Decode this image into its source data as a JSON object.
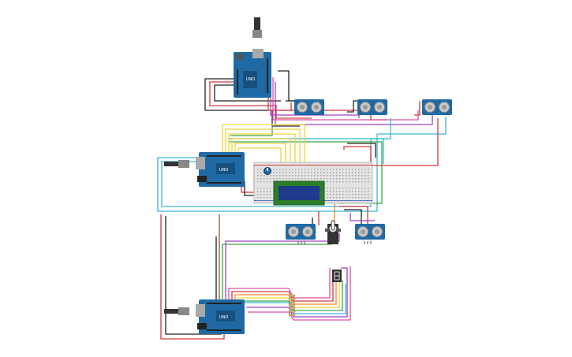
{
  "colors": {
    "background": "#ffffff",
    "arduino_board": "#1f6aa5",
    "arduino_dark": "#17507d",
    "sensor_body": "#1f6aa5",
    "sensor_eye": "#c9c9c9",
    "breadboard": "#e3e3e3",
    "lcd_frame": "#2d7d2a",
    "lcd_screen": "#1e3a8a",
    "usb": "#333333",
    "wire_red": "#d33a3a",
    "wire_black": "#222222",
    "wire_yellow": "#f0d43a",
    "wire_cyan": "#3ab8d6",
    "wire_green": "#3aa64a",
    "wire_orange": "#f08a2a",
    "wire_purple": "#a040c0",
    "wire_pink": "#e050a0",
    "wire_brown": "#8a5a2a"
  },
  "components": {
    "arduino_boards": [
      {
        "id": "arduino-top",
        "icon": "arduino-uno-icon",
        "logo_text": "UNO"
      },
      {
        "id": "arduino-middle",
        "icon": "arduino-uno-icon",
        "logo_text": "UNO"
      },
      {
        "id": "arduino-bottom",
        "icon": "arduino-uno-icon",
        "logo_text": "UNO"
      }
    ],
    "ultrasonic_sensors": [
      {
        "id": "sensor-top-1",
        "icon": "ultrasonic-sensor-icon"
      },
      {
        "id": "sensor-top-2",
        "icon": "ultrasonic-sensor-icon"
      },
      {
        "id": "sensor-top-3",
        "icon": "ultrasonic-sensor-icon"
      },
      {
        "id": "sensor-bottom-1",
        "icon": "ultrasonic-sensor-icon"
      },
      {
        "id": "sensor-bottom-2",
        "icon": "ultrasonic-sensor-icon"
      }
    ],
    "breadboard": {
      "icon": "breadboard-icon"
    },
    "lcd": {
      "icon": "lcd-16x2-icon"
    },
    "potentiometer": {
      "icon": "potentiometer-icon"
    },
    "servo": {
      "icon": "servo-motor-icon"
    },
    "seven_segment": {
      "icon": "seven-segment-display-icon"
    },
    "resistors": {
      "icon": "resistor-icon",
      "count": 7
    }
  }
}
